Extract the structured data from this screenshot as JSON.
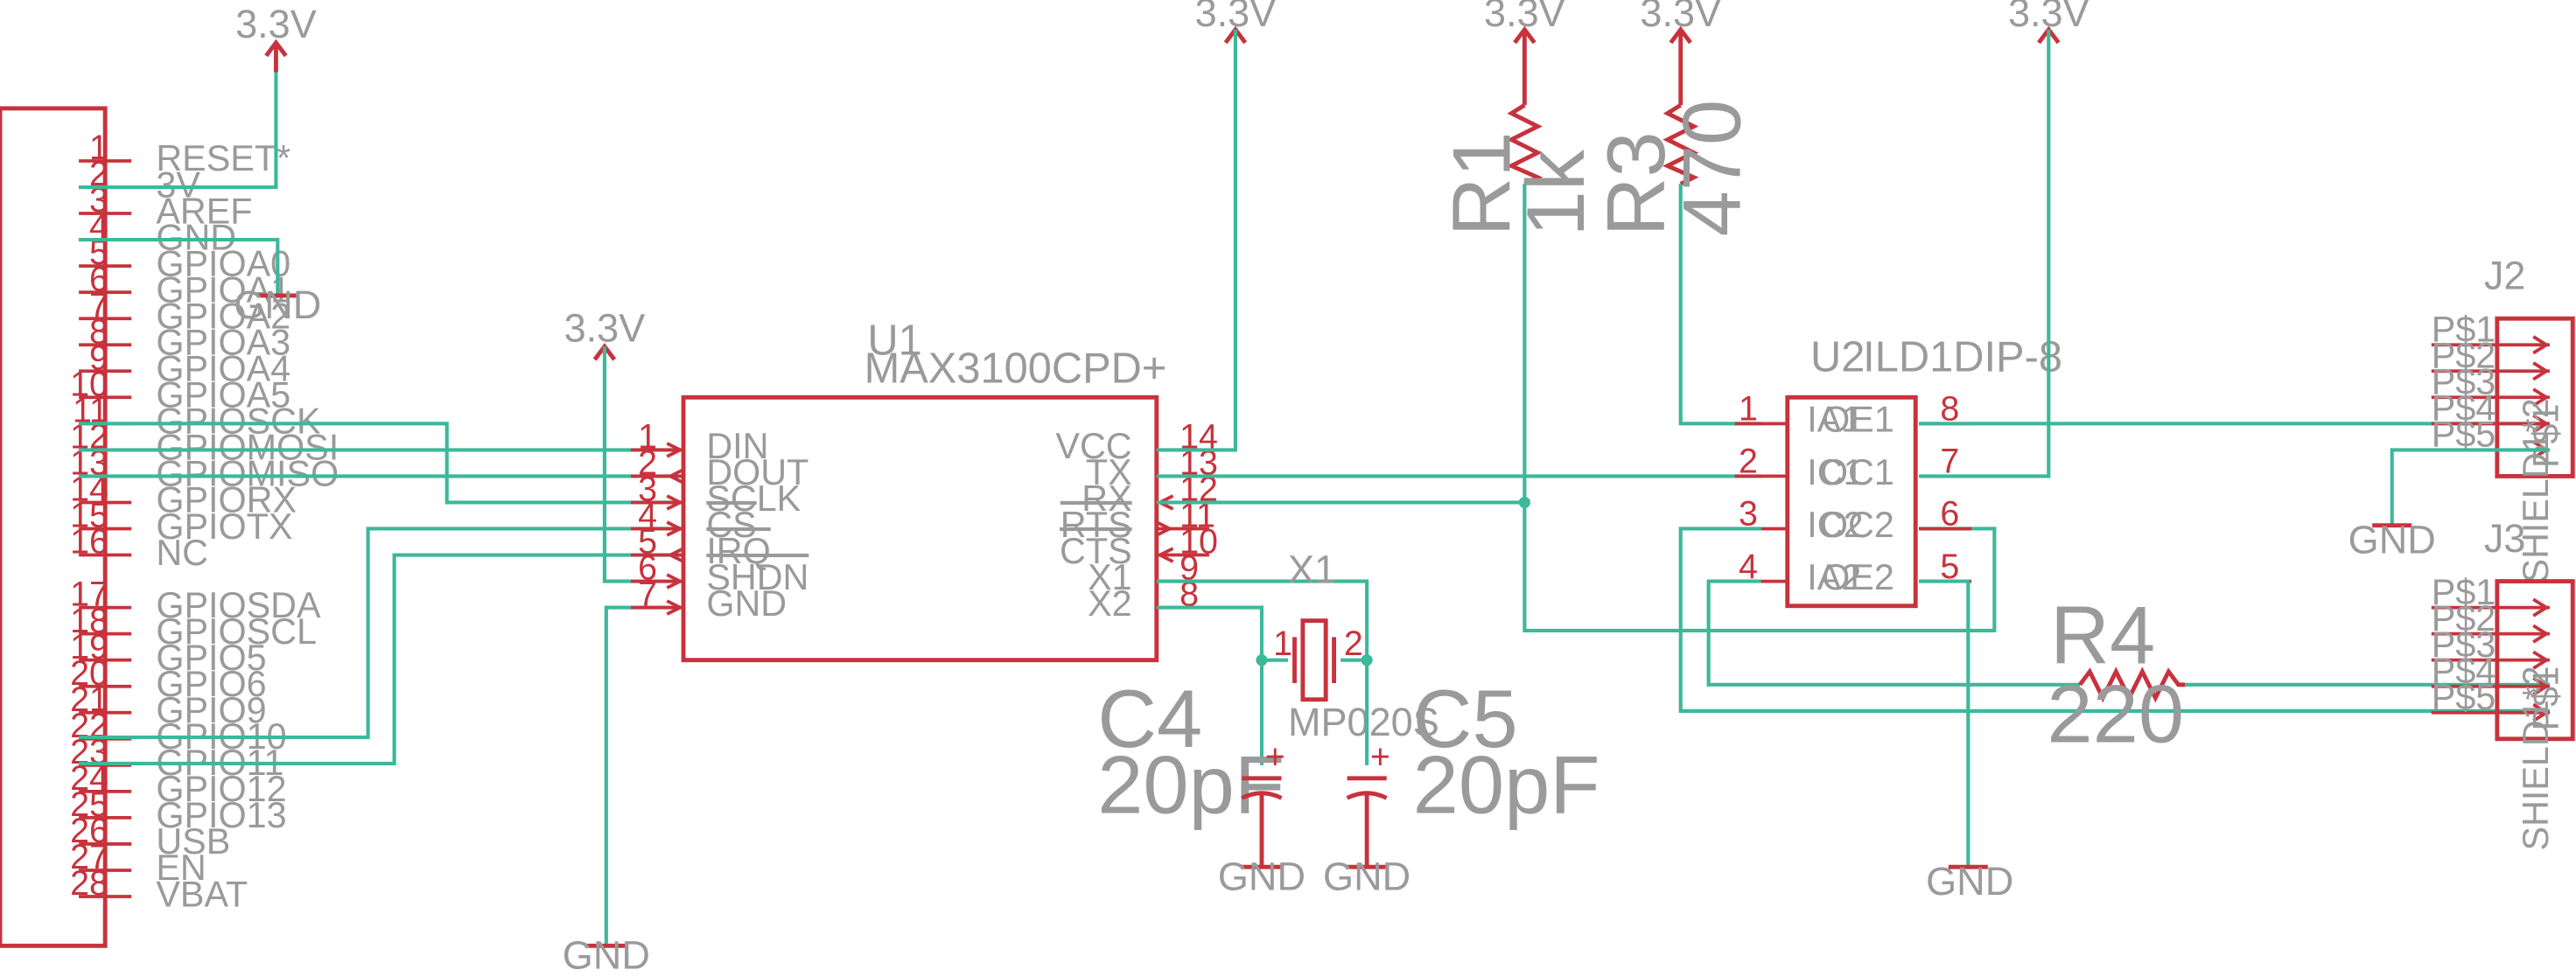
{
  "power": {
    "v33": "3.3V",
    "gnd": "GND"
  },
  "header": {
    "pins": [
      {
        "num": "1",
        "name": "RESET*"
      },
      {
        "num": "2",
        "name": "3V"
      },
      {
        "num": "3",
        "name": "AREF"
      },
      {
        "num": "4",
        "name": "GND"
      },
      {
        "num": "5",
        "name": "GPIOA0"
      },
      {
        "num": "6",
        "name": "GPIOA1"
      },
      {
        "num": "7",
        "name": "GPIOA2"
      },
      {
        "num": "8",
        "name": "GPIOA3"
      },
      {
        "num": "9",
        "name": "GPIOA4"
      },
      {
        "num": "10",
        "name": "GPIOA5"
      },
      {
        "num": "11",
        "name": "GPIOSCK"
      },
      {
        "num": "12",
        "name": "GPIOMOSI"
      },
      {
        "num": "13",
        "name": "GPIOMISO"
      },
      {
        "num": "14",
        "name": "GPIORX"
      },
      {
        "num": "15",
        "name": "GPIOTX"
      },
      {
        "num": "16",
        "name": "NC"
      },
      {
        "num": "17",
        "name": "GPIOSDA"
      },
      {
        "num": "18",
        "name": "GPIOSCL"
      },
      {
        "num": "19",
        "name": "GPIO5"
      },
      {
        "num": "20",
        "name": "GPIO6"
      },
      {
        "num": "21",
        "name": "GPIO9"
      },
      {
        "num": "22",
        "name": "GPIO10"
      },
      {
        "num": "23",
        "name": "GPIO11"
      },
      {
        "num": "24",
        "name": "GPIO12"
      },
      {
        "num": "25",
        "name": "GPIO13"
      },
      {
        "num": "26",
        "name": "USB"
      },
      {
        "num": "27",
        "name": "EN"
      },
      {
        "num": "28",
        "name": "VBAT"
      }
    ]
  },
  "u1": {
    "ref": "U1",
    "value": "MAX3100CPD+",
    "left_pins": [
      {
        "num": "1",
        "name": "DIN"
      },
      {
        "num": "2",
        "name": "DOUT"
      },
      {
        "num": "3",
        "name": "SCLK"
      },
      {
        "num": "4",
        "name": "CS"
      },
      {
        "num": "5",
        "name": "IRQ"
      },
      {
        "num": "6",
        "name": "SHDN"
      },
      {
        "num": "7",
        "name": "GND"
      }
    ],
    "right_pins": [
      {
        "num": "14",
        "name": "VCC"
      },
      {
        "num": "13",
        "name": "TX"
      },
      {
        "num": "12",
        "name": "RX"
      },
      {
        "num": "11",
        "name": "RTS"
      },
      {
        "num": "10",
        "name": "CTS"
      },
      {
        "num": "9",
        "name": "X1"
      },
      {
        "num": "8",
        "name": "X2"
      }
    ]
  },
  "u2": {
    "ref": "U2",
    "value": "ILD1DIP-8",
    "left_pins": [
      {
        "num": "1",
        "name": "IA1"
      },
      {
        "num": "2",
        "name": "IC1"
      },
      {
        "num": "3",
        "name": "IC2"
      },
      {
        "num": "4",
        "name": "IA2"
      }
    ],
    "right_pins": [
      {
        "num": "8",
        "name": "OE1"
      },
      {
        "num": "7",
        "name": "OC1"
      },
      {
        "num": "6",
        "name": "OC2"
      },
      {
        "num": "5",
        "name": "OE2"
      }
    ]
  },
  "r1": {
    "ref": "R1",
    "value": "1k"
  },
  "r3": {
    "ref": "R3",
    "value": "470"
  },
  "r4": {
    "ref": "R4",
    "value": "220"
  },
  "c4": {
    "ref": "C4",
    "value": "20pF"
  },
  "c5": {
    "ref": "C5",
    "value": "20pF"
  },
  "x1": {
    "ref": "X1",
    "value": "MP020S"
  },
  "j2": {
    "ref": "J2",
    "pins": [
      "P$1",
      "P$2",
      "P$3",
      "P$4",
      "P$5"
    ],
    "side": "SHIELD1*2"
  },
  "j3": {
    "ref": "J3",
    "pins": [
      "P$1",
      "P$2",
      "P$3",
      "P$4",
      "P$5"
    ],
    "side": "SHIELD1*2"
  },
  "connector_pin_label": "P$1",
  "capacitor_polarity": "+",
  "colors": {
    "part": "#c8323c",
    "wire": "#3cb89a",
    "text": "#9a9a9a"
  }
}
